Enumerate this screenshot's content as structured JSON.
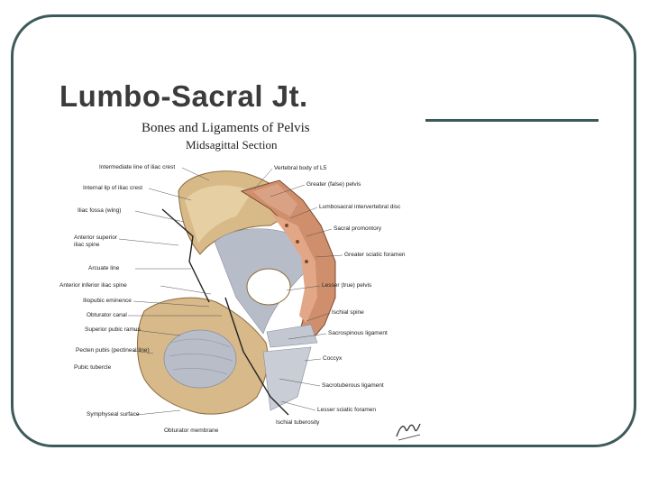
{
  "slide": {
    "title": "Lumbo-Sacral Jt."
  },
  "figure": {
    "title": "Bones and Ligaments of Pelvis",
    "subtitle": "Midsagittal Section",
    "left_labels": [
      "Intermediate line of iliac crest",
      "Internal lip of iliac crest",
      "Iliac fossa (wing)",
      "Anterior superior",
      "iliac spine",
      "Arcuate line",
      "Anterior inferior iliac spine",
      "Iliopubic eminence",
      "Obturator canal",
      "Superior pubic ramus",
      "Pecten pubis (pectineal line)",
      "Pubic tubercle",
      "Symphyseal surface"
    ],
    "right_labels": [
      "Vertebral body of L5",
      "Greater (false) pelvis",
      "Lumbosacral intervertebral disc",
      "Sacral promontory",
      "Greater sciatic foramen",
      "Lesser (true) pelvis",
      "Ischial spine",
      "Sacrospinous ligament",
      "Coccyx",
      "Sacrotuberous ligament",
      "Lesser sciatic foramen"
    ],
    "bottom_labels": [
      "Obturator membrane",
      "Ischial tuberosity"
    ],
    "signature_mark": "Netter"
  }
}
